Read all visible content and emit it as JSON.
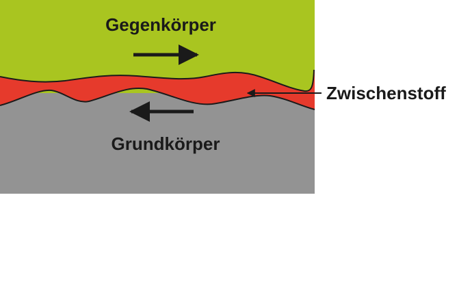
{
  "labels": {
    "counter_body": "Gegenkörper",
    "intermediate_material": "Zwischenstoff",
    "base_body": "Grundkörper"
  },
  "colors": {
    "counter_body": "#a9c520",
    "intermediate_material": "#e63a2c",
    "base_body": "#939393",
    "outline": "#1a1a1a",
    "background": "#ffffff"
  },
  "motion": {
    "counter_body_direction": "right",
    "base_body_direction": "left"
  }
}
